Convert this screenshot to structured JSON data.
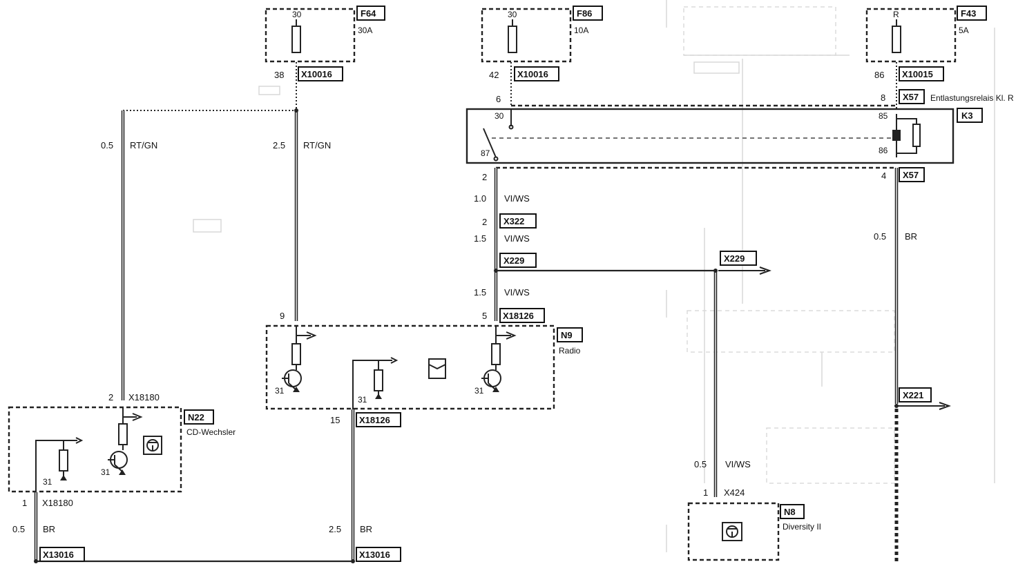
{
  "fuses": [
    {
      "id": "F64",
      "terminal": "30",
      "rating": "30A",
      "pin": "38",
      "connector": "X10016"
    },
    {
      "id": "F86",
      "terminal": "30",
      "rating": "10A",
      "pin": "42",
      "connector": "X10016"
    },
    {
      "id": "F43",
      "terminal": "R",
      "rating": "5A",
      "pin": "86",
      "connector": "X10015"
    }
  ],
  "relay": {
    "id": "K3",
    "pins": [
      "30",
      "87",
      "85",
      "86"
    ],
    "upstream_pin_left": "6",
    "upstream_pin_right": "8",
    "upstream_connector": "X57",
    "description": "Entlastungsrelais Kl. R",
    "downstream_pin_left": "2",
    "downstream_pin_right": "4",
    "downstream_connector": "X57"
  },
  "wires": {
    "cd_feed": {
      "size": "0.5",
      "color": "RT/GN"
    },
    "radio_feed": {
      "size": "2.5",
      "color": "RT/GN"
    },
    "relay_out": {
      "size": "1.0",
      "color": "VI/WS"
    },
    "x322_pin": "2",
    "x322": "X322",
    "x322_out": {
      "size": "1.5",
      "color": "VI/WS"
    },
    "x229": "X229",
    "x229_ext": "X229",
    "x229_radio": {
      "size": "1.5",
      "color": "VI/WS"
    },
    "diversity": {
      "size": "0.5",
      "color": "VI/WS"
    },
    "relay_ground": {
      "size": "0.5",
      "color": "BR"
    },
    "cd_ground": {
      "size": "0.5",
      "color": "BR"
    },
    "radio_ground": {
      "size": "2.5",
      "color": "BR"
    },
    "x221": "X221"
  },
  "radio": {
    "id": "N9",
    "name": "Radio",
    "pin_feed_left": "9",
    "pin_feed_right": "5",
    "connector_top": "X18126",
    "ground_pin": "15",
    "connector_bottom": "X18126",
    "ground_labels": [
      "31",
      "31",
      "31"
    ]
  },
  "cd_changer": {
    "id": "N22",
    "name": "CD-Wechsler",
    "pin_top": "2",
    "connector_top": "X18180",
    "pin_bottom": "1",
    "connector_bottom": "X18180",
    "ground_labels": [
      "31",
      "31"
    ]
  },
  "diversity": {
    "id": "N8",
    "name": "Diversity II",
    "pin": "1",
    "connector": "X424"
  },
  "ground_splice": {
    "left": "X13016",
    "right": "X13016"
  }
}
